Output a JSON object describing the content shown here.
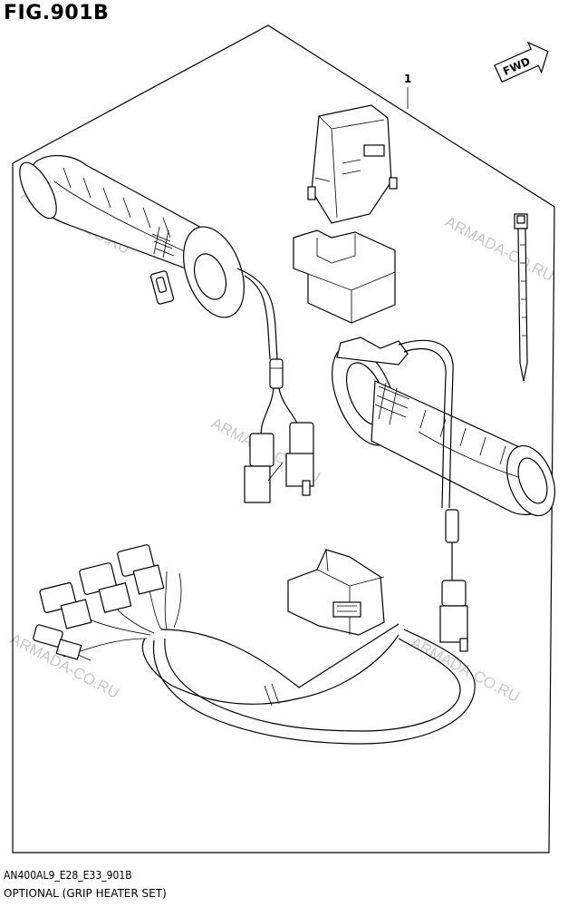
{
  "figure": {
    "title": "FIG.901B",
    "code": "AN400AL9_E28_E33_901B",
    "description": "OPTIONAL (GRIP HEATER SET)"
  },
  "callouts": [
    {
      "label": "1"
    }
  ],
  "direction_arrow": {
    "label": "FWD"
  },
  "watermark": {
    "text": "ARMADA-CO.RU",
    "color": "#c8c8c8"
  }
}
